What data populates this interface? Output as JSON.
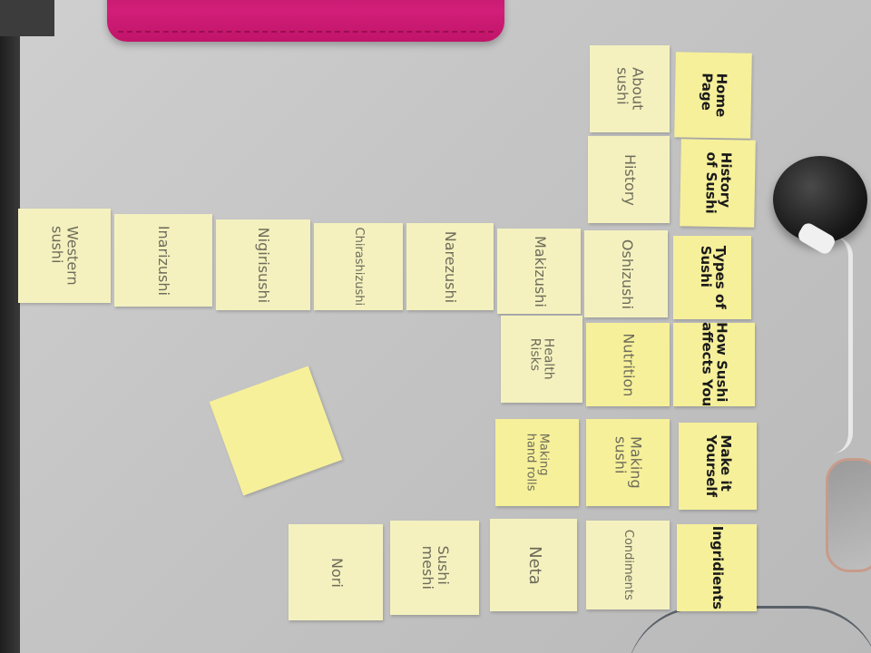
{
  "header_notes": [
    {
      "id": "home-page",
      "label": "Home\nPage"
    },
    {
      "id": "history-of-sushi",
      "label": "History\nof Sushi"
    },
    {
      "id": "types-of-sushi",
      "label": "Types of\nSushi"
    },
    {
      "id": "how-sushi-affects-you",
      "label": "How Sushi\naffects You"
    },
    {
      "id": "make-it-yourself",
      "label": "Make it\nYourself"
    },
    {
      "id": "ingridients",
      "label": "Ingridients"
    }
  ],
  "sub_notes": [
    {
      "id": "about-sushi",
      "label": "About\nsushi"
    },
    {
      "id": "history",
      "label": "History"
    },
    {
      "id": "oshizushi",
      "label": "Oshizushi"
    },
    {
      "id": "nutrition",
      "label": "Nutrition"
    },
    {
      "id": "making-sushi",
      "label": "Making\nsushi"
    },
    {
      "id": "condiments",
      "label": "Condiments"
    }
  ],
  "types_row": [
    {
      "id": "makizushi",
      "label": "Makizushi"
    },
    {
      "id": "narezushi",
      "label": "Narezushi"
    },
    {
      "id": "chirashizushi",
      "label": "Chirashizushi"
    },
    {
      "id": "nigirisushi",
      "label": "Nigirisushi"
    },
    {
      "id": "inarizushi",
      "label": "Inarizushi"
    },
    {
      "id": "western-sushi",
      "label": "Western\nsushi"
    }
  ],
  "extra_notes": [
    {
      "id": "health-risks",
      "label": "Health\nRisks"
    },
    {
      "id": "making-hand-rolls",
      "label": "Making\nhand rolls"
    }
  ],
  "ingredient_row": [
    {
      "id": "neta",
      "label": "Neta"
    },
    {
      "id": "sushi-meshi",
      "label": "Sushi\nmeshi"
    },
    {
      "id": "nori",
      "label": "Nori"
    }
  ],
  "blank_note": {
    "id": "blank-sticky-note",
    "label": ""
  }
}
